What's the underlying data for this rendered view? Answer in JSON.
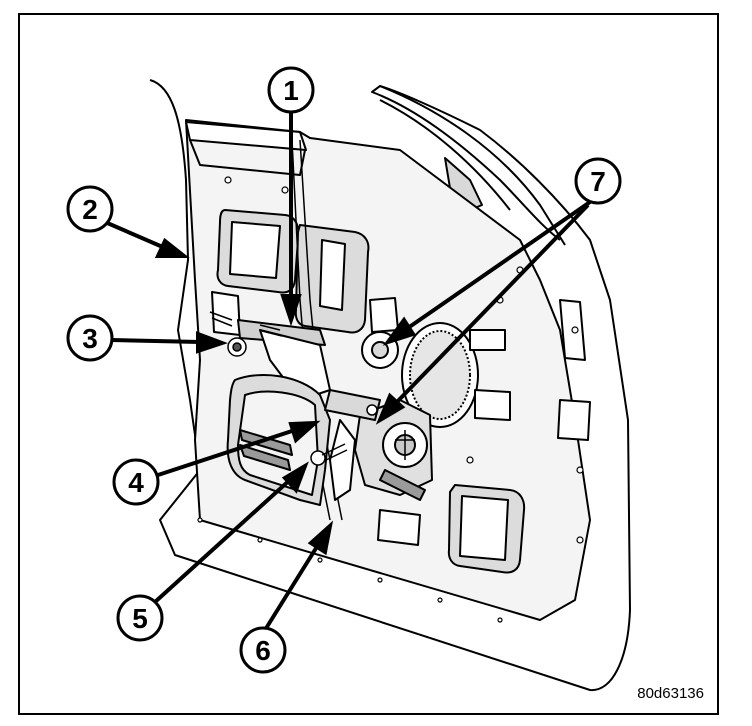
{
  "callouts": [
    {
      "id": "1",
      "label": "1"
    },
    {
      "id": "2",
      "label": "2"
    },
    {
      "id": "3",
      "label": "3"
    },
    {
      "id": "4",
      "label": "4"
    },
    {
      "id": "5",
      "label": "5"
    },
    {
      "id": "6",
      "label": "6"
    },
    {
      "id": "7",
      "label": "7"
    }
  ],
  "figure_code": "80d63136",
  "colors": {
    "ink": "#000000",
    "paper": "#ffffff",
    "shade": "#d9d9d9",
    "dark": "#555555"
  }
}
